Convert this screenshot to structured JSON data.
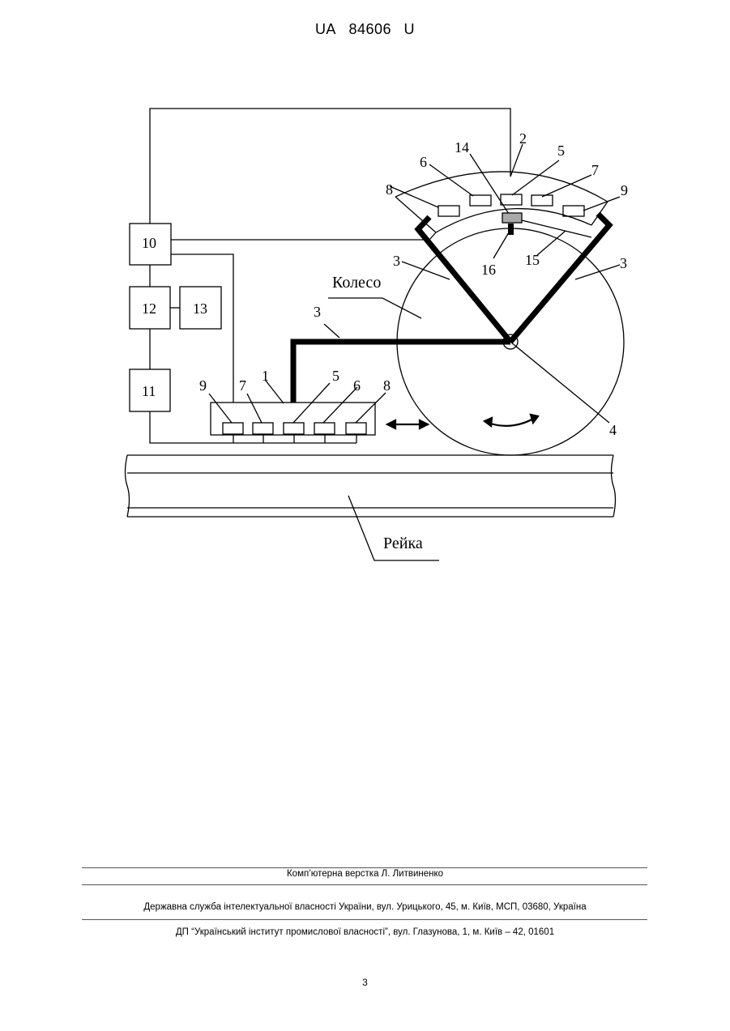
{
  "header": {
    "country": "UA",
    "number": "84606",
    "kind": "U"
  },
  "figure": {
    "labels": {
      "n1": "1",
      "n2": "2",
      "n3": "3",
      "n4": "4",
      "n5": "5",
      "n6": "6",
      "n7": "7",
      "n8": "8",
      "n9": "9",
      "n10": "10",
      "n11": "11",
      "n12": "12",
      "n13": "13",
      "n14": "14",
      "n15": "15",
      "n16": "16"
    },
    "wheel_label": "Колесо",
    "rail_label": "Рейка"
  },
  "footer": {
    "layout_credit": "Комп’ютерна верстка Л. Литвиненко",
    "office": "Державна служба інтелектуальної власності України, вул. Урицького, 45, м. Київ, МСП, 03680, Україна",
    "institute": "ДП “Український інститут промислової власності”, вул. Глазунова, 1, м. Київ – 42, 01601"
  },
  "page_number": "3"
}
